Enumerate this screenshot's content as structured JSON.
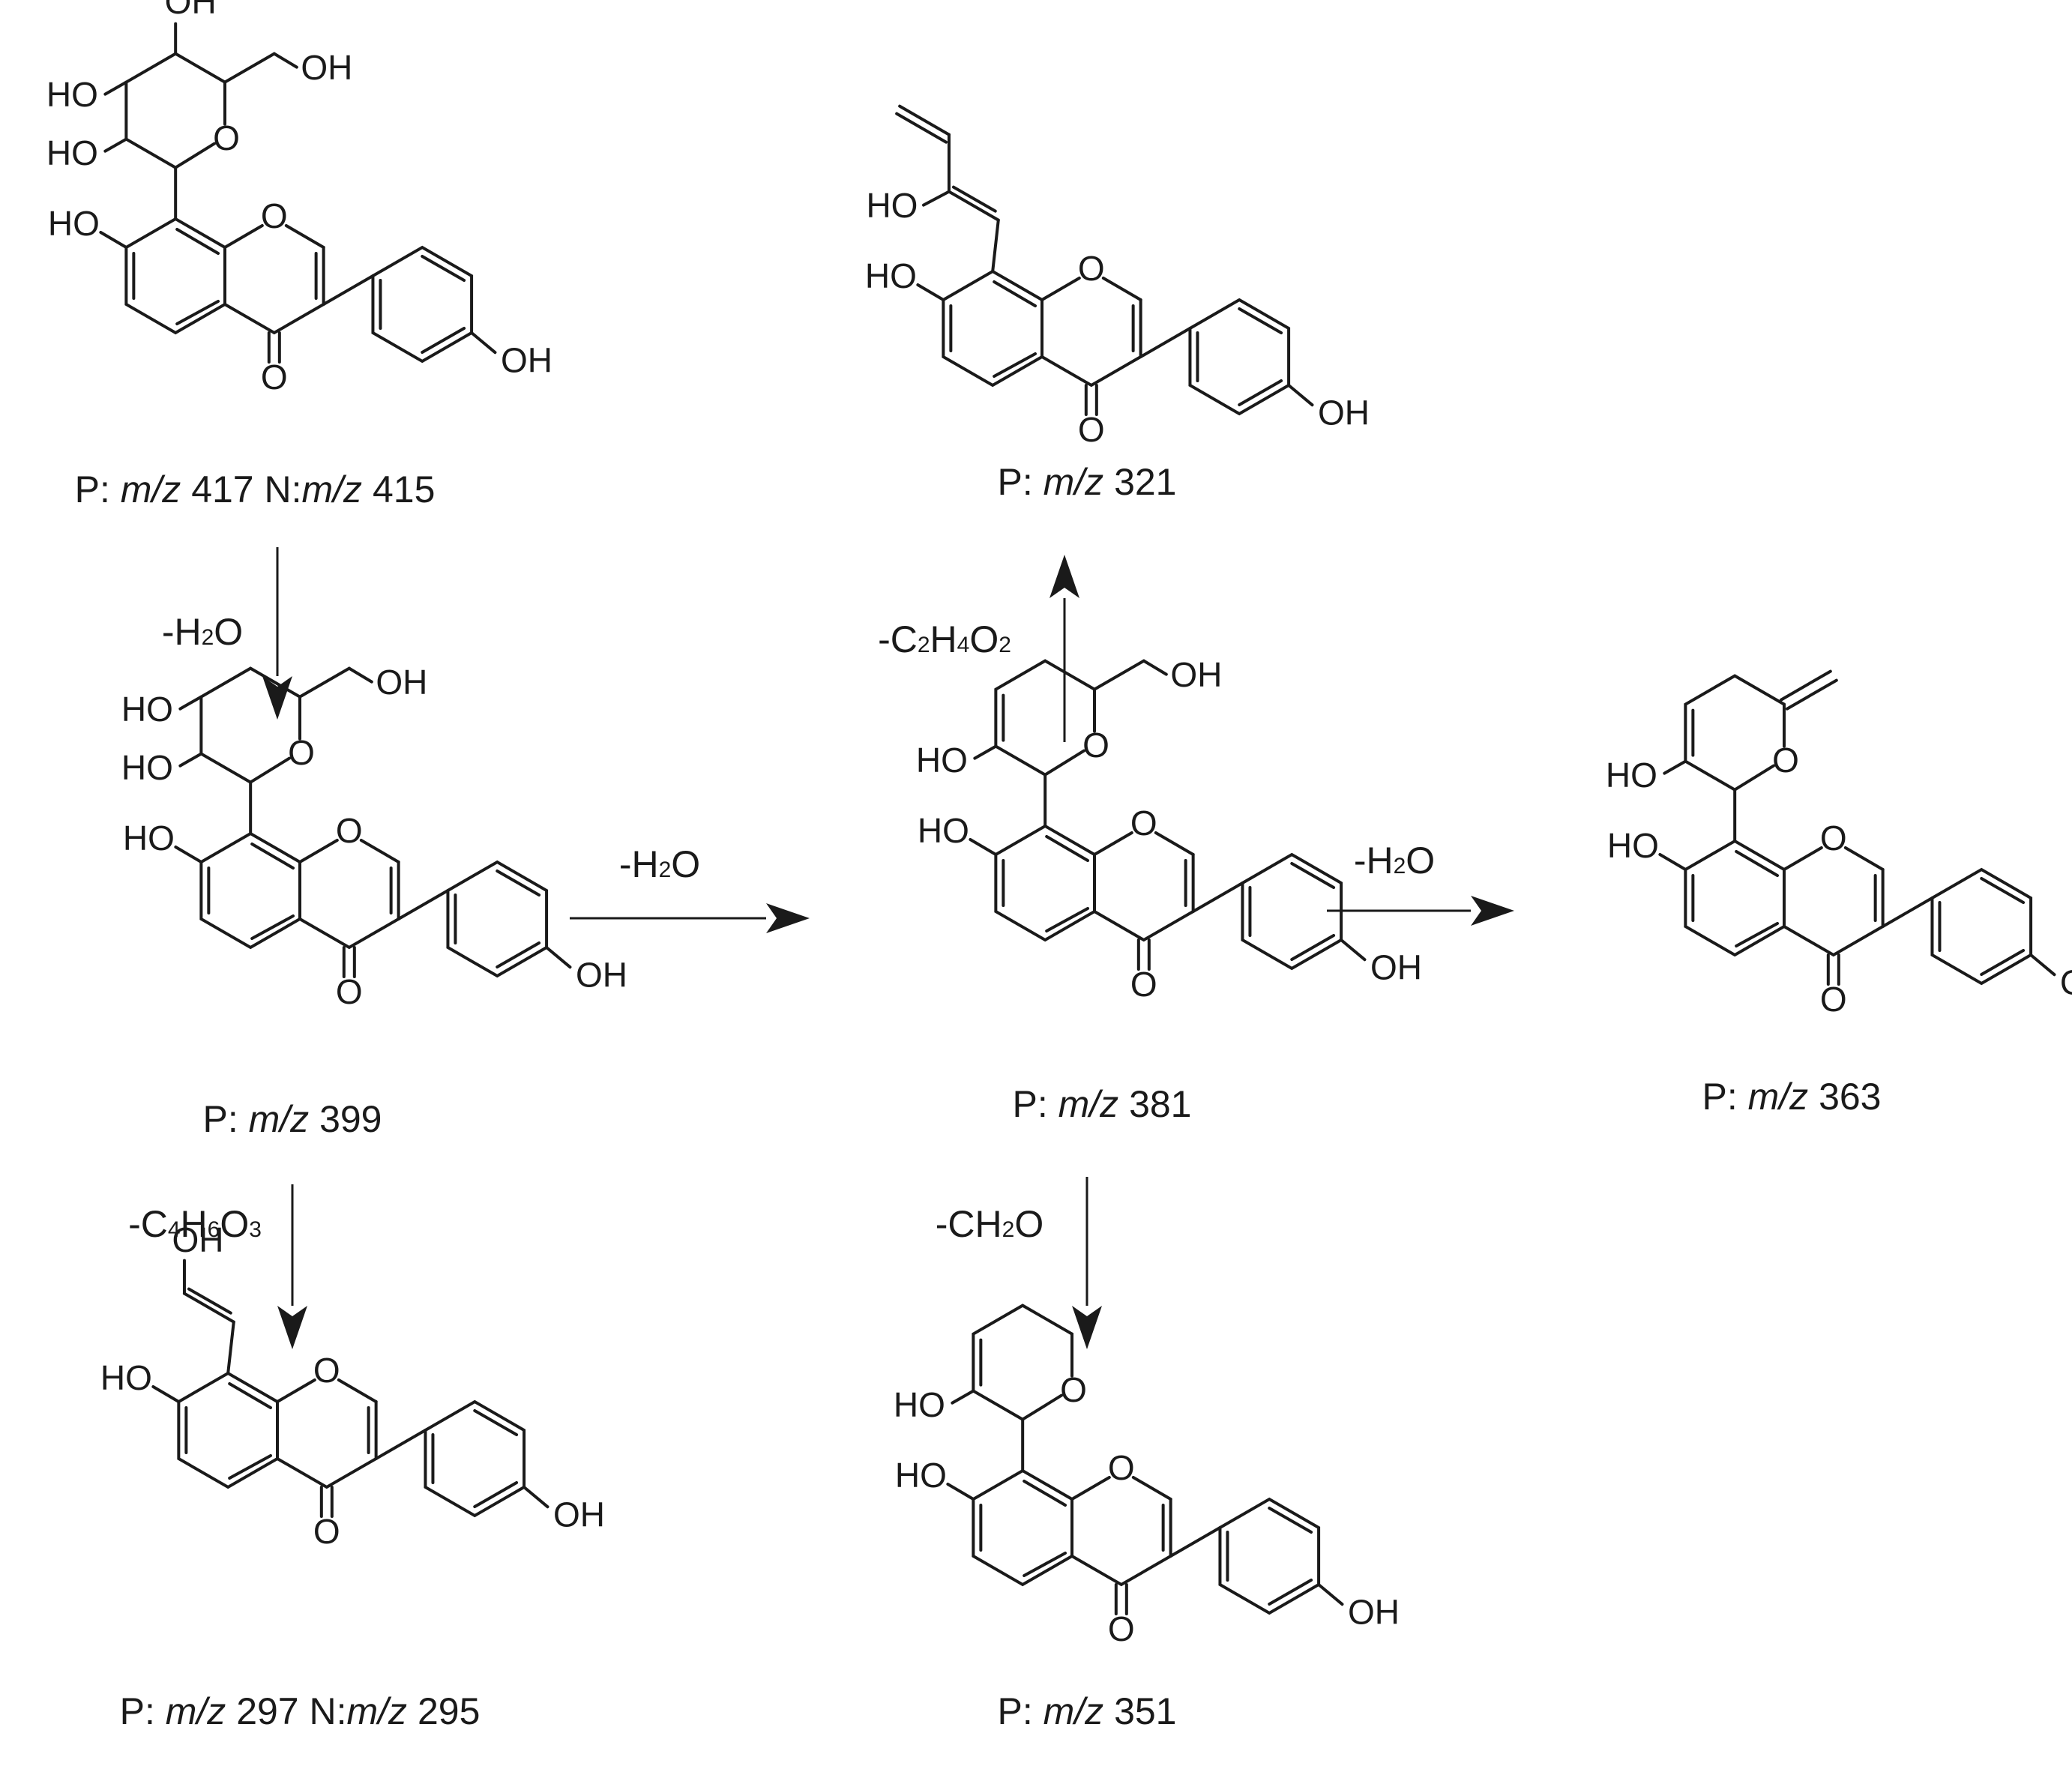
{
  "atom_labels": {
    "OH": "OH",
    "HO": "HO",
    "O": "O"
  },
  "compounds": [
    {
      "id": "c417",
      "caption": [
        {
          "t": "P: ",
          "i": false
        },
        {
          "t": "m/z",
          "i": true
        },
        {
          "t": " 417  N:",
          "i": false
        },
        {
          "t": "m/z",
          "i": true
        },
        {
          "t": " 415",
          "i": false
        }
      ]
    },
    {
      "id": "c399",
      "caption": [
        {
          "t": "P: ",
          "i": false
        },
        {
          "t": "m/z",
          "i": true
        },
        {
          "t": " 399",
          "i": false
        }
      ]
    },
    {
      "id": "c381",
      "caption": [
        {
          "t": "P: ",
          "i": false
        },
        {
          "t": "m/z",
          "i": true
        },
        {
          "t": " 381",
          "i": false
        }
      ]
    },
    {
      "id": "c321",
      "caption": [
        {
          "t": "P: ",
          "i": false
        },
        {
          "t": "m/z",
          "i": true
        },
        {
          "t": " 321",
          "i": false
        }
      ]
    },
    {
      "id": "c363",
      "caption": [
        {
          "t": "P: ",
          "i": false
        },
        {
          "t": "m/z",
          "i": true
        },
        {
          "t": " 363",
          "i": false
        }
      ]
    },
    {
      "id": "c297",
      "caption": [
        {
          "t": "P: ",
          "i": false
        },
        {
          "t": "m/z",
          "i": true
        },
        {
          "t": " 297  N:",
          "i": false
        },
        {
          "t": "m/z",
          "i": true
        },
        {
          "t": " 295",
          "i": false
        }
      ]
    },
    {
      "id": "c351",
      "caption": [
        {
          "t": "P: ",
          "i": false
        },
        {
          "t": "m/z",
          "i": true
        },
        {
          "t": " 351",
          "i": false
        }
      ]
    }
  ],
  "arrows": [
    {
      "id": "a1",
      "from": "c417",
      "to": "c399",
      "label": [
        {
          "t": "-H",
          "s": false
        },
        {
          "t": "2",
          "s": true
        },
        {
          "t": "O",
          "s": false
        }
      ]
    },
    {
      "id": "a2",
      "from": "c399",
      "to": "c381",
      "label": [
        {
          "t": "-H",
          "s": false
        },
        {
          "t": "2",
          "s": true
        },
        {
          "t": "O",
          "s": false
        }
      ]
    },
    {
      "id": "a3",
      "from": "c381",
      "to": "c321",
      "label": [
        {
          "t": "-C",
          "s": false
        },
        {
          "t": "2",
          "s": true
        },
        {
          "t": "H",
          "s": false
        },
        {
          "t": "4",
          "s": true
        },
        {
          "t": "O",
          "s": false
        },
        {
          "t": "2",
          "s": true
        }
      ]
    },
    {
      "id": "a4",
      "from": "c381",
      "to": "c363",
      "label": [
        {
          "t": "-H",
          "s": false
        },
        {
          "t": "2",
          "s": true
        },
        {
          "t": "O",
          "s": false
        }
      ]
    },
    {
      "id": "a5",
      "from": "c399",
      "to": "c297",
      "label": [
        {
          "t": "-C",
          "s": false
        },
        {
          "t": "4",
          "s": true
        },
        {
          "t": "H",
          "s": false
        },
        {
          "t": "6",
          "s": true
        },
        {
          "t": "O",
          "s": false
        },
        {
          "t": "3",
          "s": true
        }
      ]
    },
    {
      "id": "a6",
      "from": "c381",
      "to": "c351",
      "label": [
        {
          "t": "-CH",
          "s": false
        },
        {
          "t": "2",
          "s": true
        },
        {
          "t": "O",
          "s": false
        }
      ]
    }
  ]
}
